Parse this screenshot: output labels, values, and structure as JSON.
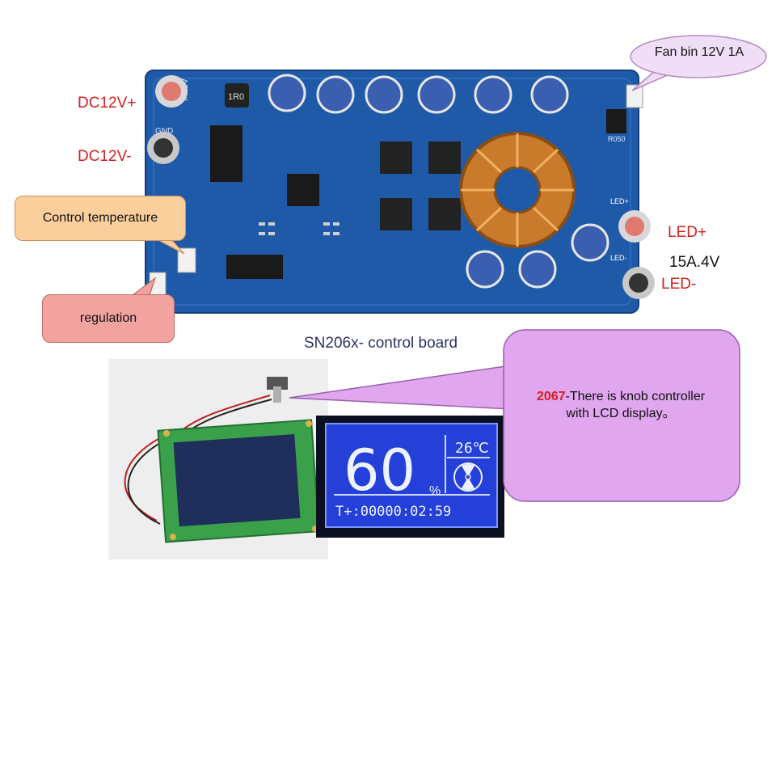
{
  "labels": {
    "dc_pos": "DC12V+",
    "dc_neg": "DC12V-",
    "led_pos": "LED+",
    "led_neg": "LED-",
    "output_rating": "15A.4V",
    "fan": "Fan bin 12V 1A",
    "control_temperature": "Control temperature",
    "regulation": "regulation",
    "board_caption": "SN206x- control board",
    "knob_model": "2067",
    "knob_desc_1": "-There  is knob controller",
    "knob_desc_2": "with LCD display。"
  },
  "pcb_marks": {
    "in_label": "IN12V",
    "inductor_label": "1R0",
    "resistor_label": "R050",
    "gnd_label": "GND",
    "led_pos_silk": "LED+",
    "led_neg_silk": "LED-"
  },
  "lcd": {
    "percent_value": "60",
    "percent_sign": "%",
    "temperature": "26℃",
    "timer": "T+:00000:02:59"
  },
  "colors": {
    "pcb": "#1e5aa8",
    "label_red": "#d42020",
    "callout_purple": "#e0a6ee",
    "callout_orange": "#fbcf9b",
    "callout_pink": "#f2a39f",
    "callout_lavender": "#f0ddf6",
    "lcd_bg": "#2440d8"
  },
  "icons": {
    "fan": "fan-icon",
    "thermometer": "temperature-icon"
  }
}
